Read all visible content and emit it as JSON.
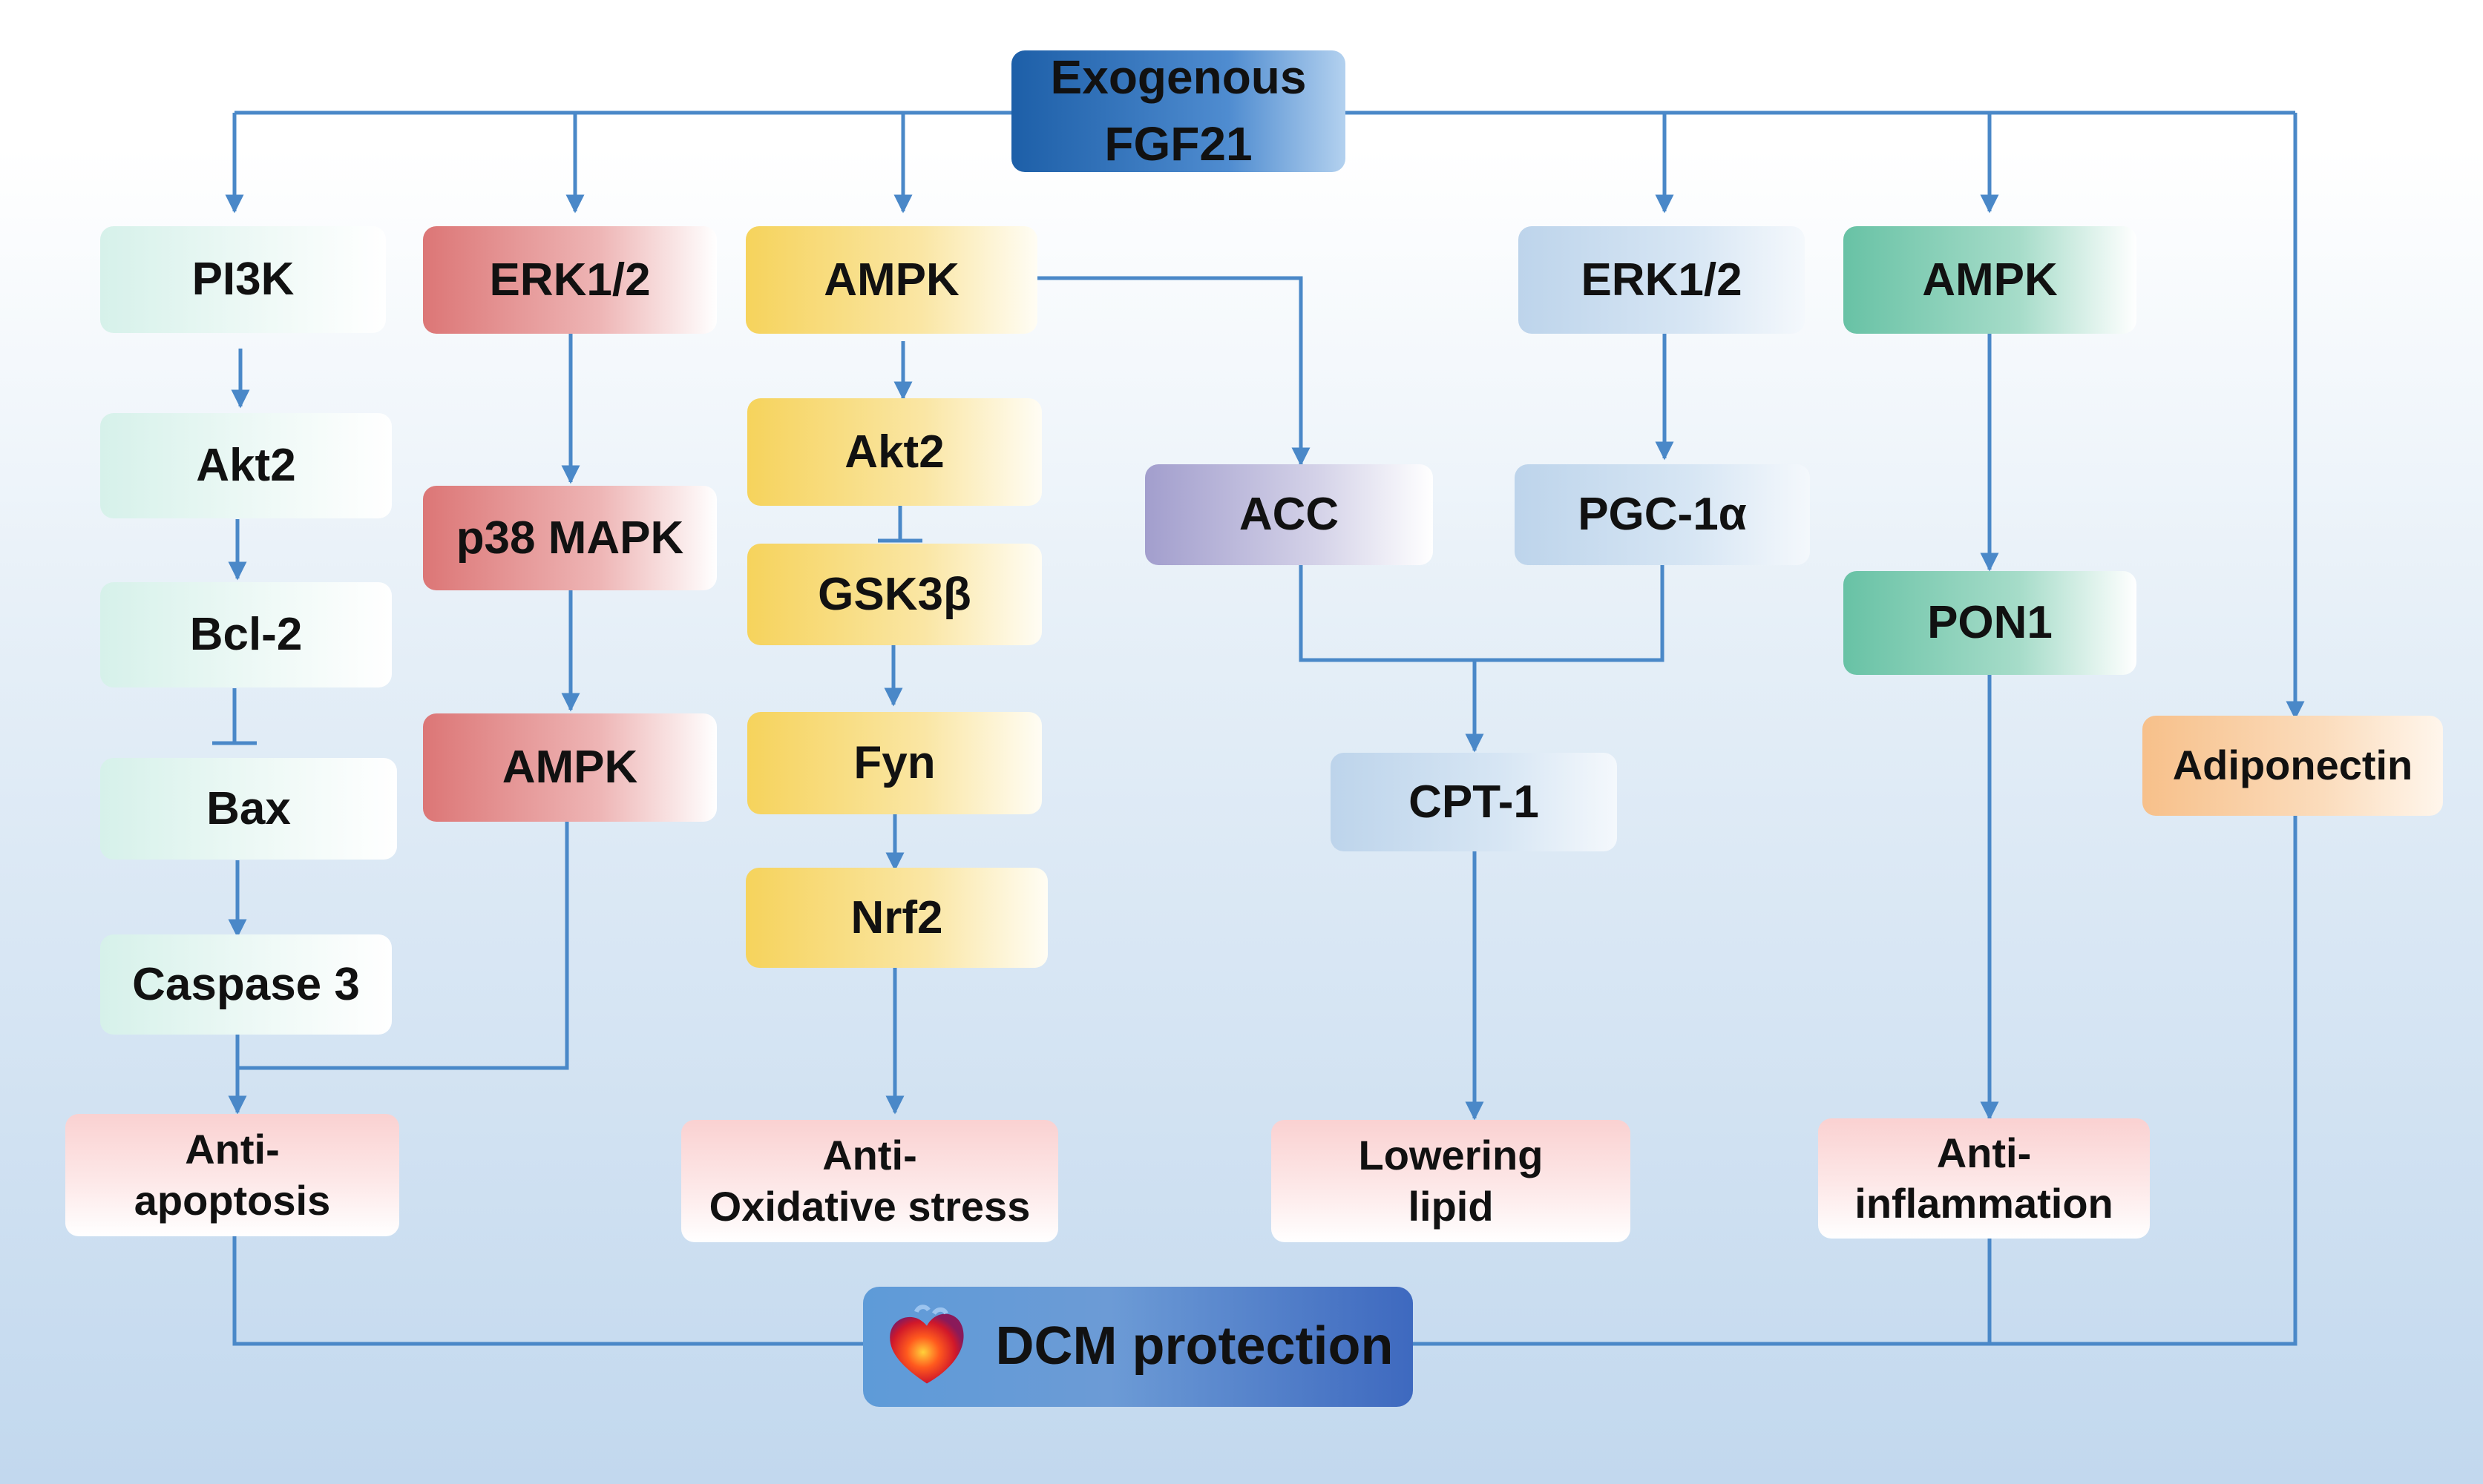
{
  "top_node": {
    "line1": "Exogenous",
    "line2": "FGF21"
  },
  "column_1": {
    "pi3k": "PI3K",
    "akt2": "Akt2",
    "bcl2": "Bcl-2",
    "bax": "Bax",
    "caspase3": "Caspase 3"
  },
  "column_2": {
    "erk": "ERK1/2",
    "p38": "p38 MAPK",
    "ampk": "AMPK"
  },
  "column_3": {
    "ampk": "AMPK",
    "akt2": "Akt2",
    "gsk3b": "GSK3β",
    "fyn": "Fyn",
    "nrf2": "Nrf2"
  },
  "column_4": {
    "acc": "ACC",
    "erk": "ERK1/2",
    "pgc1a": "PGC-1α",
    "cpt1": "CPT-1"
  },
  "column_5": {
    "ampk": "AMPK",
    "pon1": "PON1"
  },
  "column_6": {
    "adiponectin": "Adiponectin"
  },
  "outcomes": {
    "anti_apoptosis": {
      "line1": "Anti-",
      "line2": "apoptosis"
    },
    "anti_oxidative": {
      "line1": "Anti-",
      "line2": "Oxidative stress"
    },
    "lowering_lipid": {
      "line1": "Lowering",
      "line2": "lipid"
    },
    "anti_inflammation": {
      "line1": "Anti-",
      "line2": "inflammation"
    }
  },
  "bottom_node": {
    "label": "DCM protection",
    "icon": "heart-icon"
  },
  "colors": {
    "connector": "#4a88c8",
    "top_node": "#1d5fa8",
    "pi3k_pathway": "#d6f1ea",
    "erk_pathway": "#dc7676",
    "ampk_pathway": "#f6d35c",
    "lipid_pathway": "#bdd4eb",
    "inflammation_pathway": "#68c2a5",
    "acc": "#a29ecd",
    "adiponectin": "#f7c08a",
    "outcome": "#fad1d1",
    "dcm_node": "#3e69bf"
  }
}
